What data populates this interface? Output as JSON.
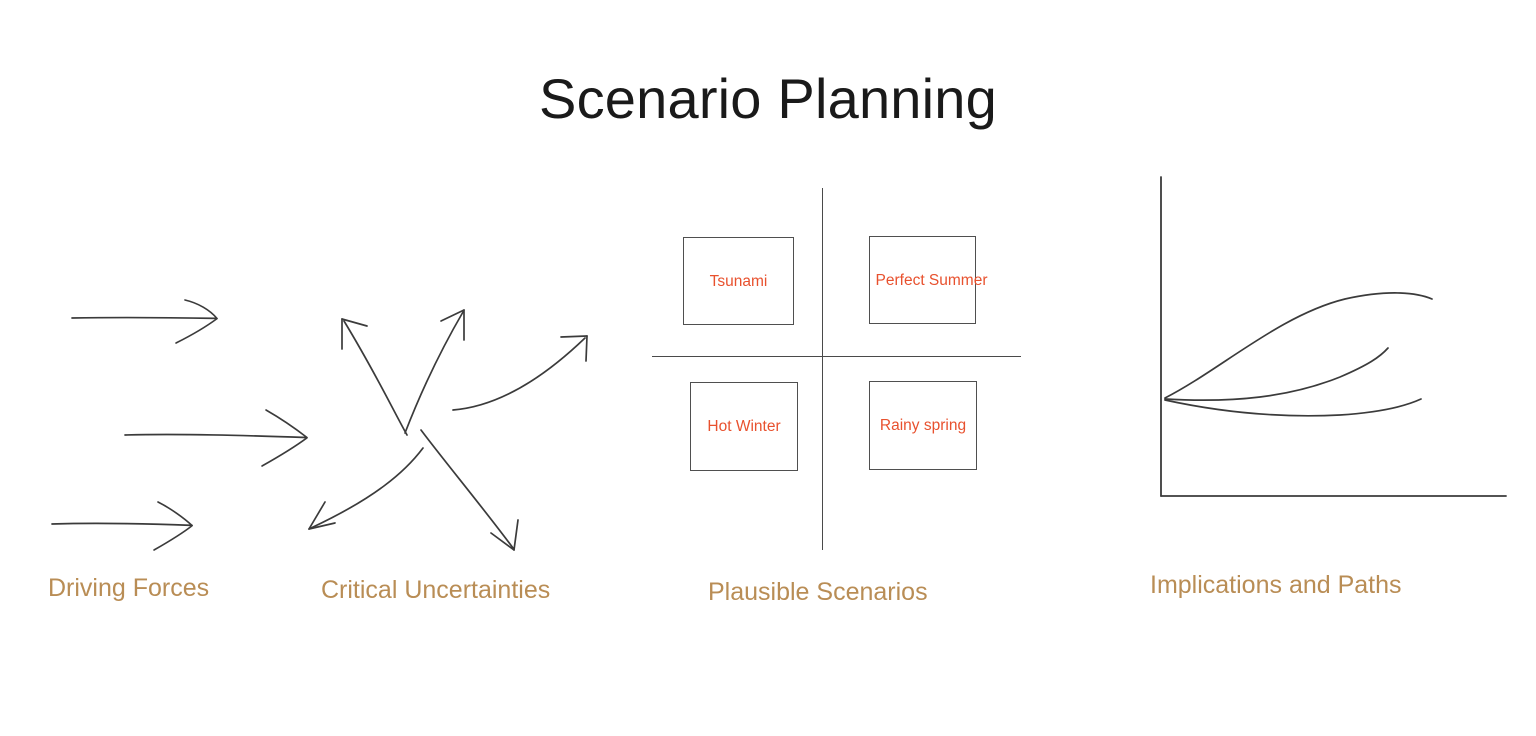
{
  "slide": {
    "title": "Scenario Planning",
    "background_color": "#ffffff"
  },
  "colors": {
    "title_text": "#1a1a1a",
    "caption_text": "#b98d55",
    "scenario_text": "#e8512e",
    "stroke": "#4a4a4a",
    "box_border": "#4f4f4f"
  },
  "stages": [
    {
      "id": "driving-forces",
      "caption": "Driving Forces",
      "visual": "three-right-arrows"
    },
    {
      "id": "critical-uncertainties",
      "caption": "Critical Uncertainties",
      "visual": "four-diverging-curved-arrows"
    },
    {
      "id": "plausible-scenarios",
      "caption": "Plausible Scenarios",
      "visual": "two-by-two-quadrant-matrix"
    },
    {
      "id": "implications-and-paths",
      "caption": "Implications and Paths",
      "visual": "axes-with-three-diverging-paths"
    }
  ],
  "quadrant_matrix": {
    "boxes": [
      {
        "position": "top-left",
        "label": "Tsunami"
      },
      {
        "position": "top-right",
        "label": "Perfect Summer"
      },
      {
        "position": "bottom-left",
        "label": "Hot Winter"
      },
      {
        "position": "bottom-right",
        "label": "Rainy spring"
      }
    ]
  },
  "icons": {
    "arrow_right": "arrow-right-icon",
    "diverging_arrows": "diverging-arrows-icon",
    "quadrant": "quadrant-axes-icon",
    "path_chart": "path-chart-icon"
  }
}
